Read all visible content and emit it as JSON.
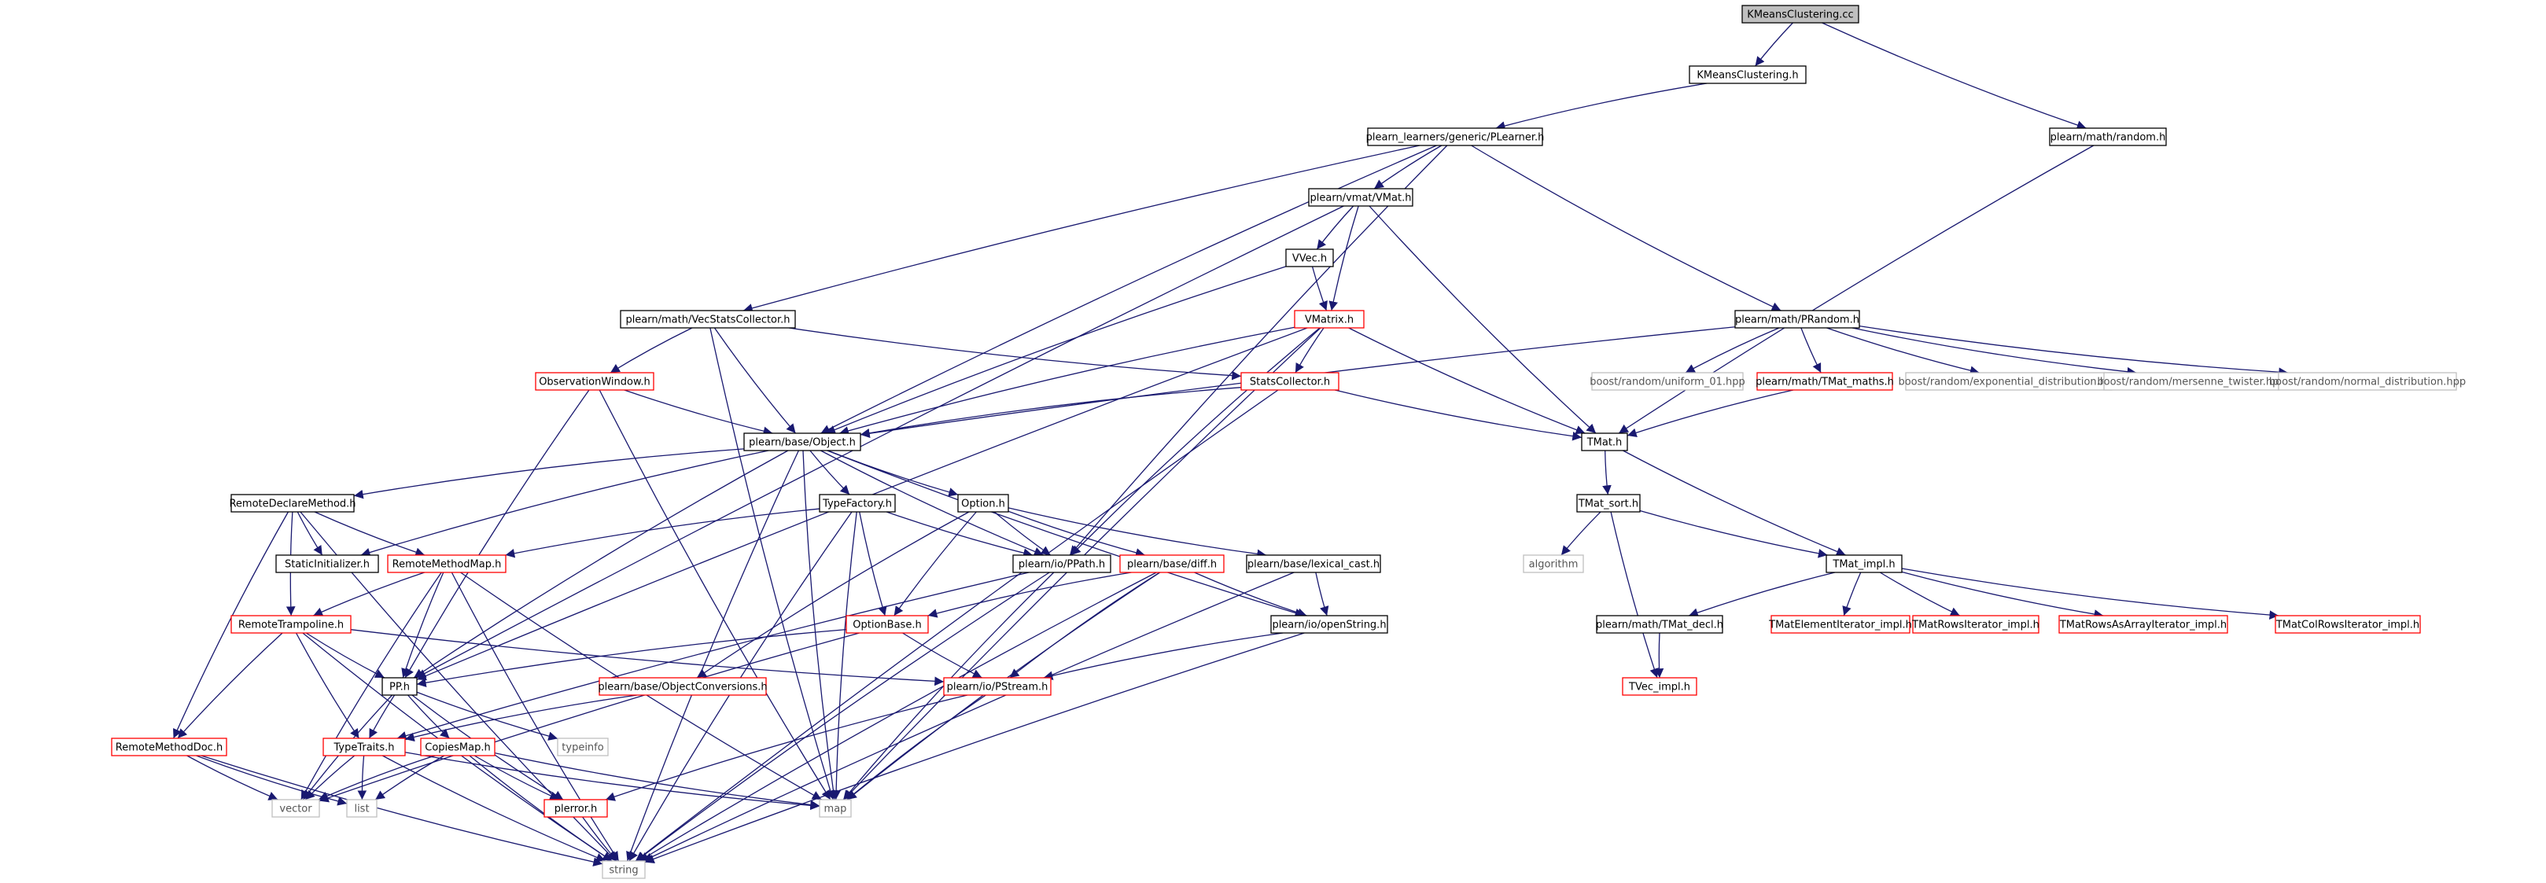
{
  "diagram": {
    "colors": {
      "edge": "#191970",
      "local_border": "#000000",
      "missing_border": "#ff0000",
      "system_border": "#bfbfbf",
      "root_fill": "#bfbfbf",
      "background": "#ffffff"
    },
    "nodes": [
      {
        "id": "kmeans_cc",
        "label": "KMeansClustering.cc",
        "kind": "root"
      },
      {
        "id": "kmeans_h",
        "label": "KMeansClustering.h",
        "kind": "local"
      },
      {
        "id": "plearner",
        "label": "plearn_learners/generic/PLearner.h",
        "kind": "local"
      },
      {
        "id": "random_h",
        "label": "plearn/math/random.h",
        "kind": "local"
      },
      {
        "id": "vmat_h",
        "label": "plearn/vmat/VMat.h",
        "kind": "local"
      },
      {
        "id": "vvec_h",
        "label": "VVec.h",
        "kind": "local"
      },
      {
        "id": "vecstats",
        "label": "plearn/math/VecStatsCollector.h",
        "kind": "local"
      },
      {
        "id": "vmatrix",
        "label": "VMatrix.h",
        "kind": "missing"
      },
      {
        "id": "prandom",
        "label": "plearn/math/PRandom.h",
        "kind": "local"
      },
      {
        "id": "obswin",
        "label": "ObservationWindow.h",
        "kind": "missing"
      },
      {
        "id": "statscoll",
        "label": "StatsCollector.h",
        "kind": "missing"
      },
      {
        "id": "uniform01",
        "label": "boost/random/uniform_01.hpp",
        "kind": "system"
      },
      {
        "id": "tmatmaths",
        "label": "plearn/math/TMat_maths.h",
        "kind": "missing"
      },
      {
        "id": "expdist",
        "label": "boost/random/exponential_distribution.hpp",
        "kind": "system"
      },
      {
        "id": "mersenne",
        "label": "boost/random/mersenne_twister.hpp",
        "kind": "system"
      },
      {
        "id": "normdist",
        "label": "boost/random/normal_distribution.hpp",
        "kind": "system"
      },
      {
        "id": "object_h",
        "label": "plearn/base/Object.h",
        "kind": "local"
      },
      {
        "id": "tmat_h",
        "label": "TMat.h",
        "kind": "local"
      },
      {
        "id": "remdecl",
        "label": "RemoteDeclareMethod.h",
        "kind": "local"
      },
      {
        "id": "typefactory",
        "label": "TypeFactory.h",
        "kind": "local"
      },
      {
        "id": "option_h",
        "label": "Option.h",
        "kind": "local"
      },
      {
        "id": "tmatsort",
        "label": "TMat_sort.h",
        "kind": "local"
      },
      {
        "id": "staticinit",
        "label": "StaticInitializer.h",
        "kind": "local"
      },
      {
        "id": "remmethodmap",
        "label": "RemoteMethodMap.h",
        "kind": "missing"
      },
      {
        "id": "ppath",
        "label": "plearn/io/PPath.h",
        "kind": "local"
      },
      {
        "id": "diff_h",
        "label": "plearn/base/diff.h",
        "kind": "missing"
      },
      {
        "id": "lexcast",
        "label": "plearn/base/lexical_cast.h",
        "kind": "local"
      },
      {
        "id": "algorithm",
        "label": "algorithm",
        "kind": "system"
      },
      {
        "id": "tmatimpl",
        "label": "TMat_impl.h",
        "kind": "local"
      },
      {
        "id": "remtramp",
        "label": "RemoteTrampoline.h",
        "kind": "missing"
      },
      {
        "id": "optionbase",
        "label": "OptionBase.h",
        "kind": "missing"
      },
      {
        "id": "openstring",
        "label": "plearn/io/openString.h",
        "kind": "local"
      },
      {
        "id": "tmatdecl",
        "label": "plearn/math/TMat_decl.h",
        "kind": "local"
      },
      {
        "id": "tmatelemit",
        "label": "TMatElementIterator_impl.h",
        "kind": "missing"
      },
      {
        "id": "tmatrowsit",
        "label": "TMatRowsIterator_impl.h",
        "kind": "missing"
      },
      {
        "id": "tmatrowsarr",
        "label": "TMatRowsAsArrayIterator_impl.h",
        "kind": "missing"
      },
      {
        "id": "tmatcolrows",
        "label": "TMatColRowsIterator_impl.h",
        "kind": "missing"
      },
      {
        "id": "objconv",
        "label": "plearn/base/ObjectConversions.h",
        "kind": "missing"
      },
      {
        "id": "pstream",
        "label": "plearn/io/PStream.h",
        "kind": "missing"
      },
      {
        "id": "tvecimpl",
        "label": "TVec_impl.h",
        "kind": "missing"
      },
      {
        "id": "pp_h",
        "label": "PP.h",
        "kind": "local"
      },
      {
        "id": "remmethoddoc",
        "label": "RemoteMethodDoc.h",
        "kind": "missing"
      },
      {
        "id": "typetraits",
        "label": "TypeTraits.h",
        "kind": "missing"
      },
      {
        "id": "copiesmap",
        "label": "CopiesMap.h",
        "kind": "missing"
      },
      {
        "id": "typeinfo",
        "label": "typeinfo",
        "kind": "system"
      },
      {
        "id": "vector",
        "label": "vector",
        "kind": "system"
      },
      {
        "id": "list",
        "label": "list",
        "kind": "system"
      },
      {
        "id": "map",
        "label": "map",
        "kind": "system"
      },
      {
        "id": "plerror",
        "label": "plerror.h",
        "kind": "missing"
      },
      {
        "id": "string",
        "label": "string",
        "kind": "system"
      }
    ],
    "edges": [
      [
        "kmeans_cc",
        "kmeans_h"
      ],
      [
        "kmeans_cc",
        "random_h"
      ],
      [
        "kmeans_h",
        "plearner"
      ],
      [
        "random_h",
        "tmat_h"
      ],
      [
        "plearner",
        "vmat_h"
      ],
      [
        "plearner",
        "vecstats"
      ],
      [
        "plearner",
        "object_h"
      ],
      [
        "plearner",
        "prandom"
      ],
      [
        "plearner",
        "ppath"
      ],
      [
        "vmat_h",
        "vvec_h"
      ],
      [
        "vmat_h",
        "vmatrix"
      ],
      [
        "vmat_h",
        "tmat_h"
      ],
      [
        "vmat_h",
        "pp_h"
      ],
      [
        "vvec_h",
        "vmatrix"
      ],
      [
        "vvec_h",
        "object_h"
      ],
      [
        "vecstats",
        "obswin"
      ],
      [
        "vecstats",
        "object_h"
      ],
      [
        "vecstats",
        "statscoll"
      ],
      [
        "vecstats",
        "map"
      ],
      [
        "vmatrix",
        "statscoll"
      ],
      [
        "vmatrix",
        "object_h"
      ],
      [
        "vmatrix",
        "tmat_h"
      ],
      [
        "vmatrix",
        "ppath"
      ],
      [
        "vmatrix",
        "pp_h"
      ],
      [
        "vmatrix",
        "map"
      ],
      [
        "prandom",
        "uniform01"
      ],
      [
        "prandom",
        "tmatmaths"
      ],
      [
        "prandom",
        "expdist"
      ],
      [
        "prandom",
        "mersenne"
      ],
      [
        "prandom",
        "normdist"
      ],
      [
        "prandom",
        "object_h"
      ],
      [
        "tmatmaths",
        "tmat_h"
      ],
      [
        "obswin",
        "object_h"
      ],
      [
        "obswin",
        "map"
      ],
      [
        "obswin",
        "pp_h"
      ],
      [
        "statscoll",
        "object_h"
      ],
      [
        "statscoll",
        "tmat_h"
      ],
      [
        "statscoll",
        "string"
      ],
      [
        "object_h",
        "remdecl"
      ],
      [
        "object_h",
        "typefactory"
      ],
      [
        "object_h",
        "option_h"
      ],
      [
        "object_h",
        "staticinit"
      ],
      [
        "object_h",
        "ppath"
      ],
      [
        "object_h",
        "pp_h"
      ],
      [
        "object_h",
        "map"
      ],
      [
        "object_h",
        "string"
      ],
      [
        "object_h",
        "openstring"
      ],
      [
        "tmat_h",
        "tmatsort"
      ],
      [
        "tmat_h",
        "tmatimpl"
      ],
      [
        "tmatsort",
        "algorithm"
      ],
      [
        "tmatsort",
        "tmatimpl"
      ],
      [
        "tmatsort",
        "tvecimpl"
      ],
      [
        "tmatimpl",
        "tmatdecl"
      ],
      [
        "tmatimpl",
        "tmatelemit"
      ],
      [
        "tmatimpl",
        "tmatrowsit"
      ],
      [
        "tmatimpl",
        "tmatrowsarr"
      ],
      [
        "tmatimpl",
        "tmatcolrows"
      ],
      [
        "tmatdecl",
        "tvecimpl"
      ],
      [
        "remdecl",
        "staticinit"
      ],
      [
        "remdecl",
        "remmethodmap"
      ],
      [
        "remdecl",
        "remtramp"
      ],
      [
        "remdecl",
        "remmethoddoc"
      ],
      [
        "remdecl",
        "string"
      ],
      [
        "typefactory",
        "remmethodmap"
      ],
      [
        "typefactory",
        "ppath"
      ],
      [
        "typefactory",
        "optionbase"
      ],
      [
        "typefactory",
        "map"
      ],
      [
        "typefactory",
        "string"
      ],
      [
        "option_h",
        "ppath"
      ],
      [
        "option_h",
        "diff_h"
      ],
      [
        "option_h",
        "lexcast"
      ],
      [
        "option_h",
        "optionbase"
      ],
      [
        "option_h",
        "objconv"
      ],
      [
        "remmethodmap",
        "remtramp"
      ],
      [
        "remmethodmap",
        "pp_h"
      ],
      [
        "remmethodmap",
        "map"
      ],
      [
        "remmethodmap",
        "string"
      ],
      [
        "remmethodmap",
        "vector"
      ],
      [
        "ppath",
        "typetraits"
      ],
      [
        "ppath",
        "map"
      ],
      [
        "ppath",
        "string"
      ],
      [
        "diff_h",
        "optionbase"
      ],
      [
        "diff_h",
        "openstring"
      ],
      [
        "diff_h",
        "pstream"
      ],
      [
        "diff_h",
        "map"
      ],
      [
        "diff_h",
        "string"
      ],
      [
        "lexcast",
        "openstring"
      ],
      [
        "lexcast",
        "string"
      ],
      [
        "remtramp",
        "pp_h"
      ],
      [
        "remtramp",
        "remmethoddoc"
      ],
      [
        "remtramp",
        "typetraits"
      ],
      [
        "remtramp",
        "pstream"
      ],
      [
        "remtramp",
        "string"
      ],
      [
        "optionbase",
        "pp_h"
      ],
      [
        "optionbase",
        "pstream"
      ],
      [
        "optionbase",
        "vector"
      ],
      [
        "openstring",
        "pstream"
      ],
      [
        "openstring",
        "string"
      ],
      [
        "objconv",
        "typetraits"
      ],
      [
        "pstream",
        "map"
      ],
      [
        "pstream",
        "plerror"
      ],
      [
        "pp_h",
        "typetraits"
      ],
      [
        "pp_h",
        "copiesmap"
      ],
      [
        "pp_h",
        "typeinfo"
      ],
      [
        "pp_h",
        "plerror"
      ],
      [
        "pp_h",
        "vector"
      ],
      [
        "remmethoddoc",
        "vector"
      ],
      [
        "remmethoddoc",
        "list"
      ],
      [
        "remmethoddoc",
        "string"
      ],
      [
        "typetraits",
        "vector"
      ],
      [
        "typetraits",
        "list"
      ],
      [
        "typetraits",
        "map"
      ],
      [
        "typetraits",
        "string"
      ],
      [
        "copiesmap",
        "map"
      ],
      [
        "copiesmap",
        "vector"
      ],
      [
        "copiesmap",
        "list"
      ],
      [
        "copiesmap",
        "plerror"
      ],
      [
        "copiesmap",
        "string"
      ],
      [
        "plerror",
        "string"
      ]
    ]
  }
}
